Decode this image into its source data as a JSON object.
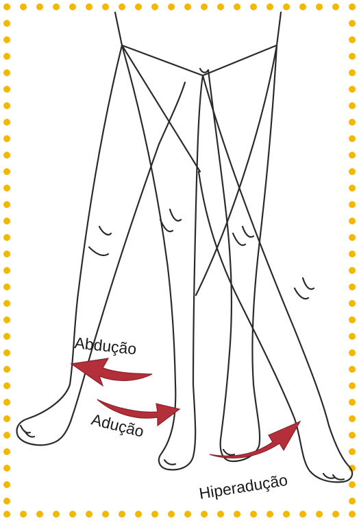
{
  "labels": {
    "abduction": "Abdução",
    "adduction": "Adução",
    "hyperadduction": "Hiperadução"
  },
  "colors": {
    "border_dots": "#f5b800",
    "line_art": "#2a2a2a",
    "arrow": "#b3303a",
    "arrow_dark": "#8a1f28",
    "background": "#ffffff"
  }
}
